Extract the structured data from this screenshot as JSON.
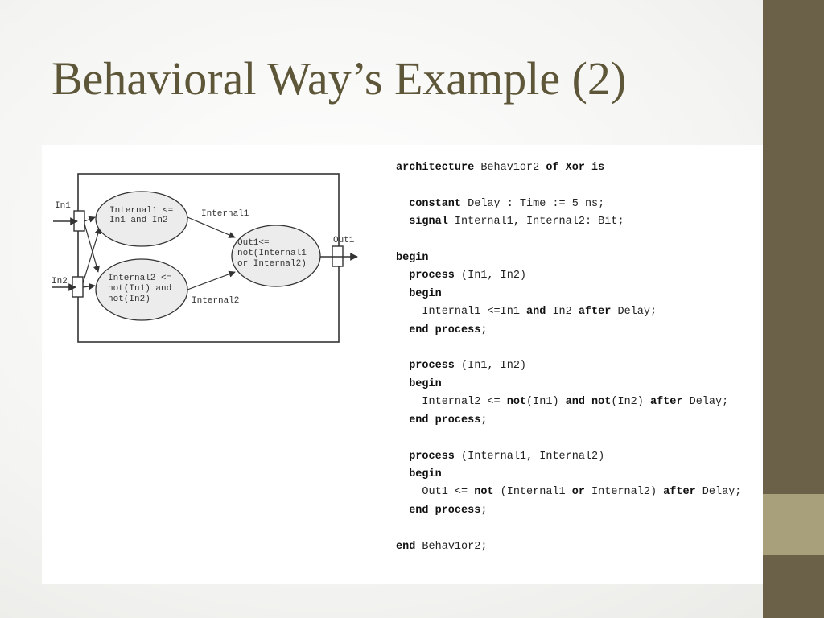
{
  "slide": {
    "title": "Behavioral Way’s Example (2)"
  },
  "diagram": {
    "ports": {
      "in1": "In1",
      "in2": "In2",
      "out1": "Out1"
    },
    "process1": [
      "Internal1 <=",
      "In1 and In2"
    ],
    "process2": [
      "Internal2 <=",
      "not(In1) and",
      "not(In2)"
    ],
    "process3": [
      "Out1<=",
      "not(Internal1",
      "or Internal2)"
    ],
    "signal1": "Internal1",
    "signal2": "Internal2"
  },
  "code": [
    [
      [
        "b",
        "architecture"
      ],
      [
        "t",
        " Behav1or2 "
      ],
      [
        "b",
        "of Xor is"
      ]
    ],
    [],
    [
      [
        "t",
        "  "
      ],
      [
        "b",
        "constant"
      ],
      [
        "t",
        " Delay : Time := 5 ns;"
      ]
    ],
    [
      [
        "t",
        "  "
      ],
      [
        "b",
        "signal"
      ],
      [
        "t",
        " Internal1, Internal2: Bit;"
      ]
    ],
    [],
    [
      [
        "b",
        "begin"
      ]
    ],
    [
      [
        "t",
        "  "
      ],
      [
        "b",
        "process"
      ],
      [
        "t",
        " (In1, In2)"
      ]
    ],
    [
      [
        "t",
        "  "
      ],
      [
        "b",
        "begin"
      ]
    ],
    [
      [
        "t",
        "    Internal1 <=In1 "
      ],
      [
        "b",
        "and"
      ],
      [
        "t",
        " In2 "
      ],
      [
        "b",
        "after"
      ],
      [
        "t",
        " Delay;"
      ]
    ],
    [
      [
        "t",
        "  "
      ],
      [
        "b",
        "end process"
      ],
      [
        "t",
        ";"
      ]
    ],
    [],
    [
      [
        "t",
        "  "
      ],
      [
        "b",
        "process"
      ],
      [
        "t",
        " (In1, In2)"
      ]
    ],
    [
      [
        "t",
        "  "
      ],
      [
        "b",
        "begin"
      ]
    ],
    [
      [
        "t",
        "    Internal2 <= "
      ],
      [
        "b",
        "not"
      ],
      [
        "t",
        "(In1) "
      ],
      [
        "b",
        "and not"
      ],
      [
        "t",
        "(In2) "
      ],
      [
        "b",
        "after"
      ],
      [
        "t",
        " Delay;"
      ]
    ],
    [
      [
        "t",
        "  "
      ],
      [
        "b",
        "end process"
      ],
      [
        "t",
        ";"
      ]
    ],
    [],
    [
      [
        "t",
        "  "
      ],
      [
        "b",
        "process"
      ],
      [
        "t",
        " (Internal1, Internal2)"
      ]
    ],
    [
      [
        "t",
        "  "
      ],
      [
        "b",
        "begin"
      ]
    ],
    [
      [
        "t",
        "    Out1 <= "
      ],
      [
        "b",
        "not"
      ],
      [
        "t",
        " (Internal1 "
      ],
      [
        "b",
        "or"
      ],
      [
        "t",
        " Internal2) "
      ],
      [
        "b",
        "after"
      ],
      [
        "t",
        " Delay;"
      ]
    ],
    [
      [
        "t",
        "  "
      ],
      [
        "b",
        "end process"
      ],
      [
        "t",
        ";"
      ]
    ],
    [],
    [
      [
        "b",
        "end"
      ],
      [
        "t",
        " Behav1or2;"
      ]
    ]
  ],
  "colors": {
    "title": "#5e5638",
    "sidebar": "#6b6048",
    "sidebar_accent": "#a7a07a",
    "ellipse_fill": "#ececec"
  }
}
